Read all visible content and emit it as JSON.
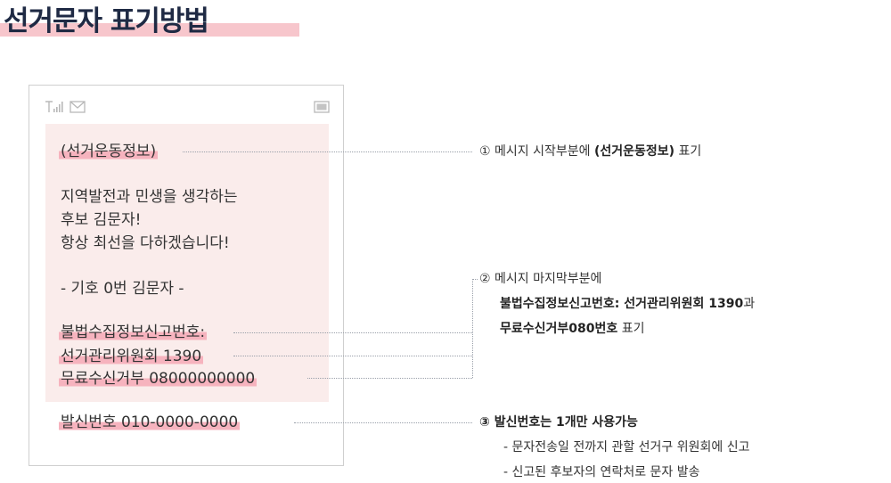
{
  "page": {
    "title": "선거문자 표기방법"
  },
  "phone": {
    "lines": {
      "header_tag": "(선거운동정보)",
      "body1": "지역발전과 민생을 생각하는",
      "body2": "후보 김문자!",
      "body3": "항상 최선을 다하겠습니다!",
      "symbol": "- 기호 0번 김문자 -",
      "report_label": "불법수집정보신고번호:",
      "report_number": "선거관리위원회 1390",
      "reject_number": "무료수신거부 08000000000",
      "sender": "발신번호 010-0000-0000"
    },
    "icons": {
      "signal": "signal-icon",
      "mail": "mail-icon",
      "battery": "battery-icon"
    }
  },
  "notes": {
    "n1_prefix": "① 메시지 시작부분에 ",
    "n1_bold": "(선거운동정보)",
    "n1_suffix": " 표기",
    "n2_line1": "② 메시지 마지막부분에",
    "n2_line2_bold": "불법수집정보신고번호: 선거관리위원회 1390",
    "n2_line2_suffix": "과",
    "n2_line3_bold": "무료수신거부080번호",
    "n2_line3_suffix": " 표기",
    "n3_title": "③ 발신번호는 1개만 사용가능",
    "n3_sub1": "- 문자전송일 전까지 관할 선거구 위원회에 신고",
    "n3_sub2": "- 신고된 후보자의 연락처로 문자 발송"
  },
  "colors": {
    "highlight": "#f6b3be",
    "message_bg": "#faeceb",
    "title": "#1f2a44",
    "title_underline": "#f7c6cc"
  }
}
